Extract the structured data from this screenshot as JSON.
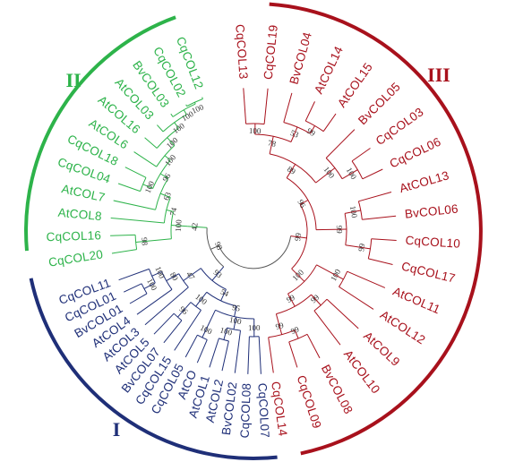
{
  "clades": [
    {
      "id": "I",
      "label": "I",
      "color": "#1f2f78"
    },
    {
      "id": "II",
      "label": "II",
      "color": "#2db34a"
    },
    {
      "id": "III",
      "label": "III",
      "color": "#a8111c"
    }
  ],
  "leaves": [
    {
      "name": "CqCOL13",
      "clade": "III"
    },
    {
      "name": "CqCOL19",
      "clade": "III"
    },
    {
      "name": "BvCOL04",
      "clade": "III"
    },
    {
      "name": "AtCOL14",
      "clade": "III"
    },
    {
      "name": "AtCOL15",
      "clade": "III"
    },
    {
      "name": "BvCOL05",
      "clade": "III"
    },
    {
      "name": "CqCOL03",
      "clade": "III"
    },
    {
      "name": "CqCOL06",
      "clade": "III"
    },
    {
      "name": "AtCOL13",
      "clade": "III"
    },
    {
      "name": "BvCOL06",
      "clade": "III"
    },
    {
      "name": "CqCOL10",
      "clade": "III"
    },
    {
      "name": "CqCOL17",
      "clade": "III"
    },
    {
      "name": "AtCOL11",
      "clade": "III"
    },
    {
      "name": "AtCOL12",
      "clade": "III"
    },
    {
      "name": "AtCOL9",
      "clade": "III"
    },
    {
      "name": "AtCOL10",
      "clade": "III"
    },
    {
      "name": "BvCOL08",
      "clade": "III"
    },
    {
      "name": "CqCOL09",
      "clade": "III"
    },
    {
      "name": "CqCOL14",
      "clade": "III"
    },
    {
      "name": "CqCOL07",
      "clade": "I"
    },
    {
      "name": "CqCOL08",
      "clade": "I"
    },
    {
      "name": "BvCOL02",
      "clade": "I"
    },
    {
      "name": "AtCOL2",
      "clade": "I"
    },
    {
      "name": "AtCOL1",
      "clade": "I"
    },
    {
      "name": "AtCO",
      "clade": "I"
    },
    {
      "name": "CqCOL05",
      "clade": "I"
    },
    {
      "name": "CqCOL15",
      "clade": "I"
    },
    {
      "name": "BvCOL07",
      "clade": "I"
    },
    {
      "name": "AtCOL5",
      "clade": "I"
    },
    {
      "name": "AtCOL3",
      "clade": "I"
    },
    {
      "name": "AtCOL4",
      "clade": "I"
    },
    {
      "name": "BvCOL01",
      "clade": "I"
    },
    {
      "name": "CqCOL01",
      "clade": "I"
    },
    {
      "name": "CqCOL11",
      "clade": "I"
    },
    {
      "name": "CqCOL20",
      "clade": "II"
    },
    {
      "name": "CqCOL16",
      "clade": "II"
    },
    {
      "name": "AtCOL8",
      "clade": "II"
    },
    {
      "name": "AtCOL7",
      "clade": "II"
    },
    {
      "name": "CqCOL04",
      "clade": "II"
    },
    {
      "name": "CqCOL18",
      "clade": "II"
    },
    {
      "name": "AtCOL6",
      "clade": "II"
    },
    {
      "name": "AtCOL16",
      "clade": "II"
    },
    {
      "name": "AtCOL03",
      "clade": "II"
    },
    {
      "name": "BvCOL03",
      "clade": "II"
    },
    {
      "name": "CqCOL02",
      "clade": "II"
    },
    {
      "name": "CqCOL12",
      "clade": "II"
    }
  ],
  "bootstrap_values": [
    "100",
    "99",
    "53",
    "78",
    "100",
    "100",
    "89",
    "100",
    "99",
    "99",
    "96",
    "100",
    "99",
    "100",
    "99",
    "99",
    "99",
    "100",
    "99",
    "100",
    "100",
    "100",
    "100",
    "100",
    "95",
    "54",
    "96",
    "47",
    "80",
    "100",
    "93",
    "98",
    "42",
    "100",
    "98",
    "74",
    "63",
    "96",
    "100",
    "100",
    "100",
    "100"
  ]
}
